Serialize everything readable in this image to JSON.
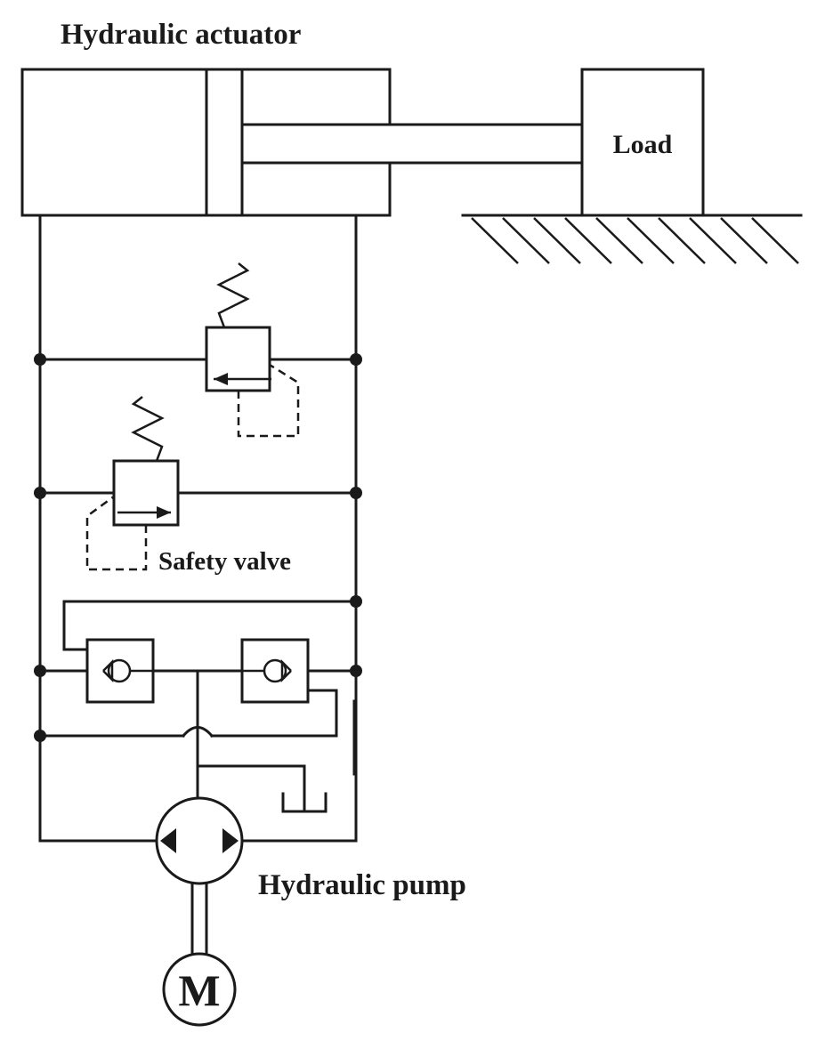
{
  "labels": {
    "actuator": "Hydraulic actuator",
    "load": "Load",
    "safety_valve": "Safety valve",
    "pump": "Hydraulic pump",
    "motor": "M"
  },
  "colors": {
    "line": "#1a1a1a",
    "background": "#ffffff"
  }
}
